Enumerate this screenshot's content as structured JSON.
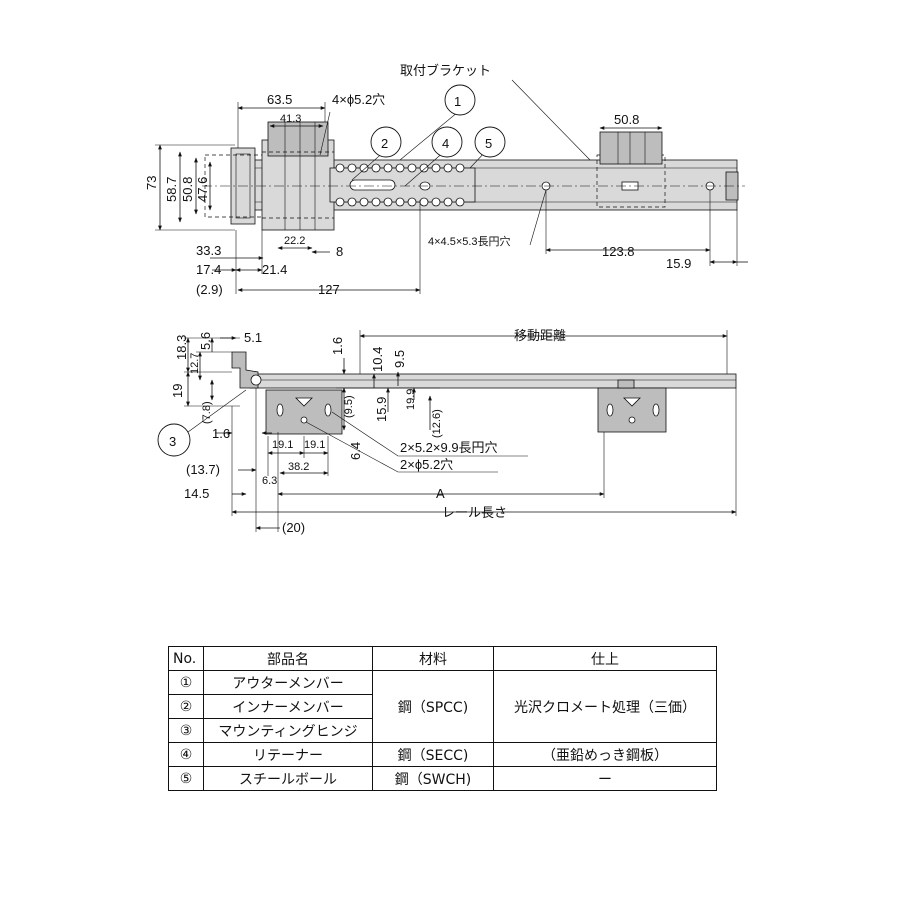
{
  "labels": {
    "bracket": "取付ブラケット",
    "travel": "移動距離",
    "rail_length": "レール長さ",
    "a": "A"
  },
  "callouts": [
    "1",
    "2",
    "3",
    "4",
    "5"
  ],
  "top_dims": {
    "d63_5": "63.5",
    "d41_3": "41.3",
    "holes_4x5_2": "4×ϕ5.2穴",
    "d50_8_top": "50.8",
    "d73": "73",
    "d58_7": "58.7",
    "d50_8_side": "50.8",
    "d47_6": "47.6",
    "d33_3": "33.3",
    "d22_2": "22.2",
    "d8": "8",
    "d17_4": "17.4",
    "d21_4": "21.4",
    "d2_9": "(2.9)",
    "d127": "127",
    "slot_4x": "4×4.5×5.3長円穴",
    "d123_8": "123.8",
    "d15_9": "15.9"
  },
  "side_dims": {
    "d18_3": "18.3",
    "d5_6": "5.6",
    "d5_1": "5.1",
    "d12_7": "12.7",
    "d19": "19",
    "d7_8": "(7.8)",
    "d1_6_v": "1.6",
    "d10_4": "10.4",
    "d9_5": "9.5",
    "d9_5p": "(9.5)",
    "d15_9": "15.9",
    "d19_9": "19.9",
    "d12_6": "(12.6)",
    "d6_4": "6.4",
    "d1_6_h": "1.6",
    "d19_1a": "19.1",
    "d19_1b": "19.1",
    "d38_2": "38.2",
    "d13_7": "(13.7)",
    "d6_3": "6.3",
    "slot_2x": "2×5.2×9.9長円穴",
    "holes_2x": "2×ϕ5.2穴",
    "d14_5": "14.5",
    "d20": "(20)"
  },
  "table": {
    "headers": [
      "No.",
      "部品名",
      "材料",
      "仕上"
    ],
    "rows": [
      {
        "no": "①",
        "name": "アウターメンバー",
        "material": "鋼（SPCC)",
        "finish": "光沢クロメート処理（三価）"
      },
      {
        "no": "②",
        "name": "インナーメンバー"
      },
      {
        "no": "③",
        "name": "マウンティングヒンジ"
      },
      {
        "no": "④",
        "name": "リテーナー",
        "material": "鋼（SECC)",
        "finish": "（亜鉛めっき鋼板）"
      },
      {
        "no": "⑤",
        "name": "スチールボール",
        "material": "鋼（SWCH)",
        "finish": "ー"
      }
    ]
  }
}
